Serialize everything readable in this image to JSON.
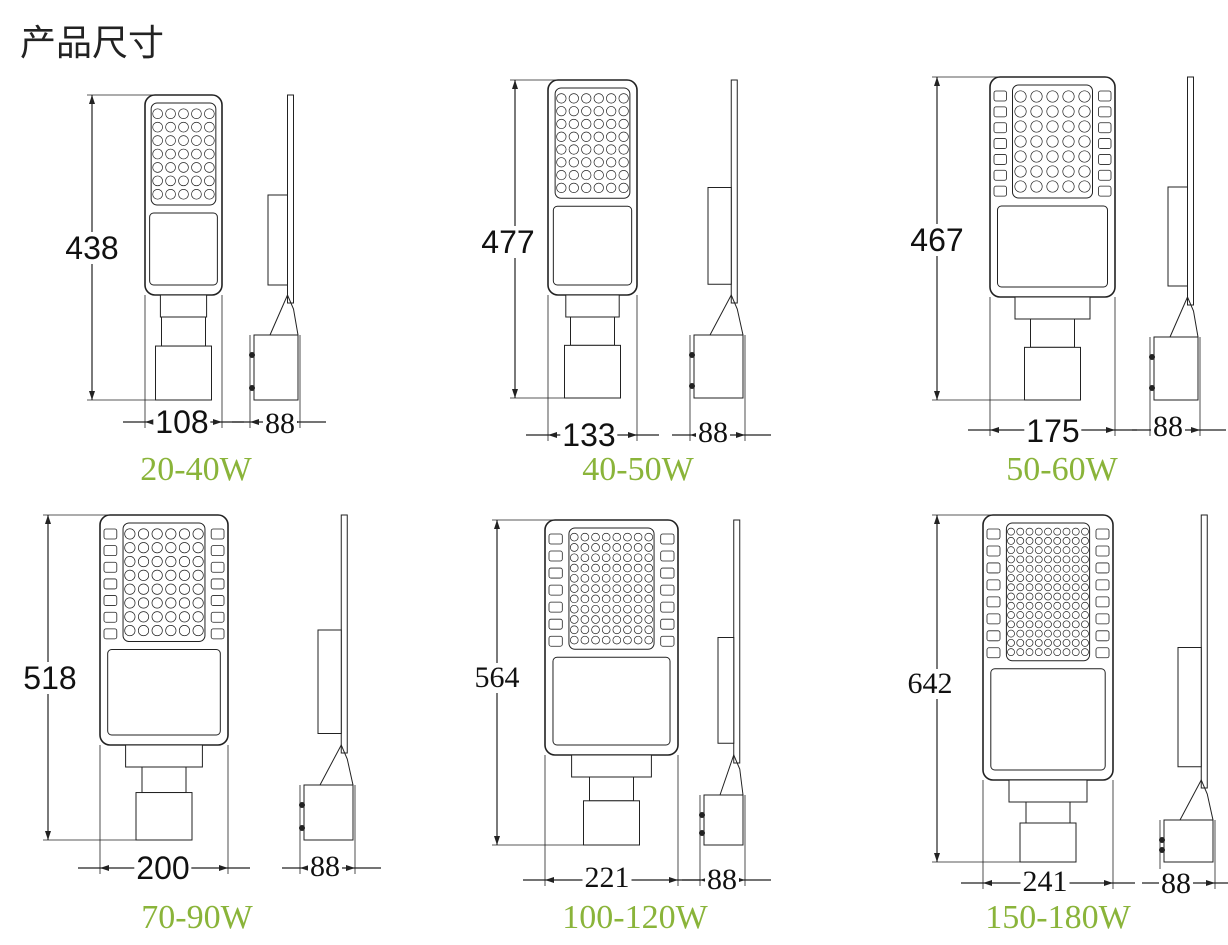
{
  "title": "产品尺寸",
  "colors": {
    "label": "#8ab43a",
    "line": "#222222"
  },
  "products": [
    {
      "power": "20-40W",
      "height": "438",
      "width": "108",
      "side_width": "88"
    },
    {
      "power": "40-50W",
      "height": "477",
      "width": "133",
      "side_width": "88"
    },
    {
      "power": "50-60W",
      "height": "467",
      "width": "175",
      "side_width": "88"
    },
    {
      "power": "70-90W",
      "height": "518",
      "width": "200",
      "side_width": "88"
    },
    {
      "power": "100-120W",
      "height": "564",
      "width": "221",
      "side_width": "88"
    },
    {
      "power": "150-180W",
      "height": "642",
      "width": "241",
      "side_width": "88"
    }
  ]
}
